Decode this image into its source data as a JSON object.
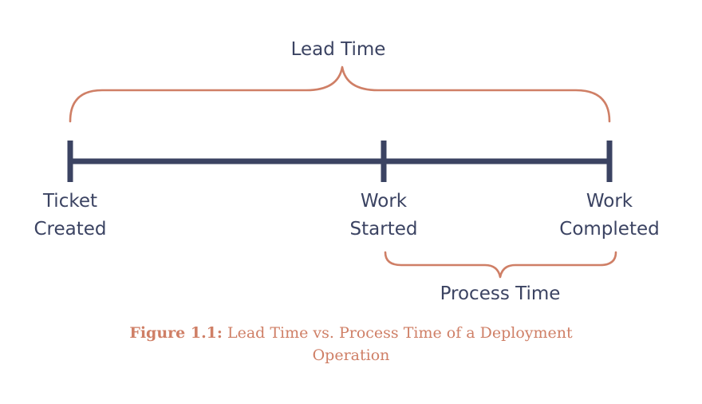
{
  "diagram": {
    "lead_time_label": "Lead Time",
    "process_time_label": "Process Time",
    "points": [
      {
        "line1": "Ticket",
        "line2": "Created"
      },
      {
        "line1": "Work",
        "line2": "Started"
      },
      {
        "line1": "Work",
        "line2": "Completed"
      }
    ],
    "colors": {
      "timeline": "#3b4362",
      "brace": "#cf7f66",
      "text": "#3b4362",
      "caption": "#cf7f66"
    }
  },
  "caption": {
    "figure_number": "Figure 1.1:",
    "line1": "Lead Time vs. Process Time of a Deployment",
    "line2": "Operation"
  }
}
